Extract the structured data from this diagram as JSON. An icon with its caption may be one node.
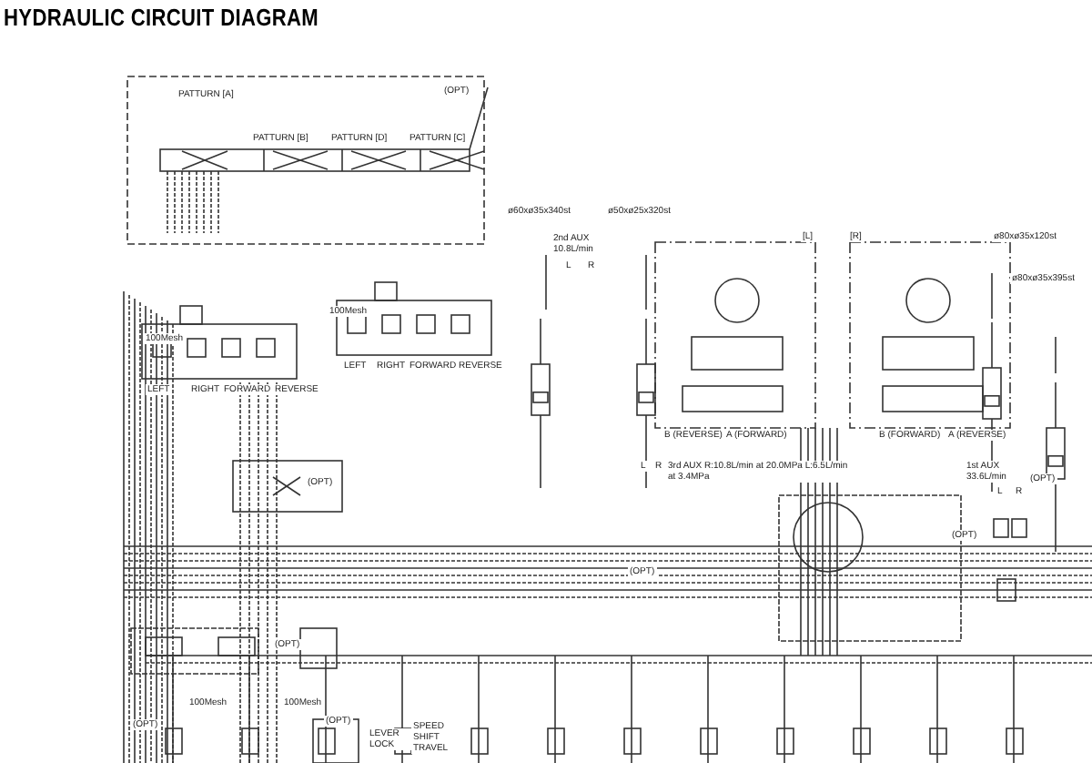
{
  "diagram": {
    "title": "HYDRAULIC CIRCUIT DIAGRAM",
    "labels": [
      "PATTURN [A]",
      "PATTURN [B]",
      "PATTURN [D]",
      "PATTURN [C]",
      "(OPT)",
      "100Mesh",
      "LEFT",
      "RIGHT",
      "FORWARD",
      "REVERSE",
      "100Mesh",
      "LEFT",
      "RIGHT",
      "FORWARD",
      "REVERSE",
      "(OPT)",
      "ø60xø35x340st",
      "ø50xø25x320st",
      "2nd AUX 10.8L/min",
      "L",
      "R",
      "[L]",
      "[R]",
      "B (REVERSE)",
      "A (FORWARD)",
      "B (FORWARD)",
      "A (REVERSE)",
      "ø80xø35x120st",
      "ø80xø35x395st",
      "L",
      "R",
      "3rd AUX R:10.8L/min at 20.0MPa L:6.5L/min at 3.4MPa",
      "1st AUX 33.6L/min",
      "L",
      "R",
      "(OPT)",
      "(OPT)",
      "(OPT)",
      "(OPT)",
      "100Mesh",
      "100Mesh",
      "(OPT)",
      "(OPT)",
      "LEVER LOCK",
      "SPEED SHIFT TRAVEL"
    ]
  }
}
